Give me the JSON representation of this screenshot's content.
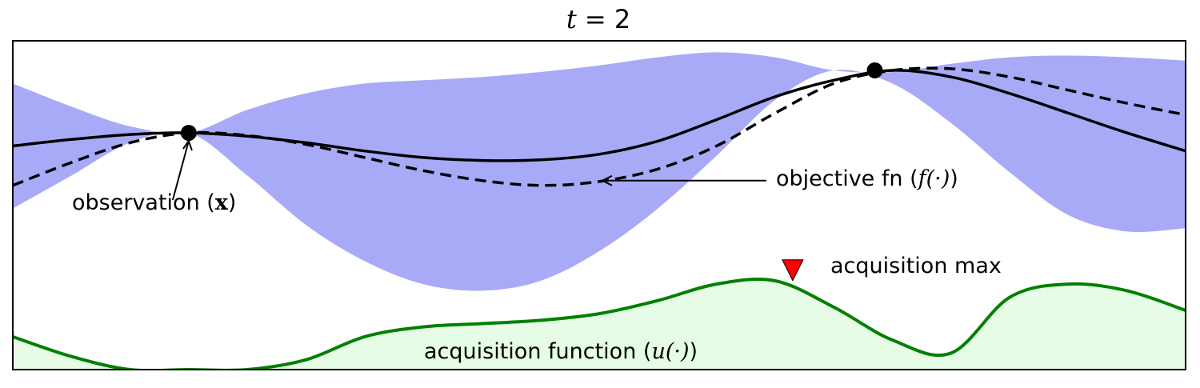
{
  "chart_data": {
    "type": "line",
    "title": {
      "var": "t",
      "rest": " = 2"
    },
    "xlim": [
      0,
      1
    ],
    "ylim": [
      0,
      1
    ],
    "grid": false,
    "x": [
      0,
      0.05,
      0.1,
      0.15,
      0.2,
      0.25,
      0.3,
      0.35,
      0.4,
      0.45,
      0.5,
      0.55,
      0.6,
      0.65,
      0.7,
      0.75,
      0.8,
      0.85,
      0.9,
      0.95,
      1
    ],
    "series": [
      {
        "role": "posterior_mean",
        "color": "#000000",
        "style": "solid",
        "values": [
          0.68,
          0.7,
          0.715,
          0.72,
          0.71,
          0.69,
          0.665,
          0.645,
          0.636,
          0.638,
          0.655,
          0.695,
          0.76,
          0.83,
          0.88,
          0.91,
          0.89,
          0.84,
          0.78,
          0.72,
          0.665
        ]
      },
      {
        "role": "objective",
        "color": "#000000",
        "style": "dashed",
        "values": [
          0.56,
          0.63,
          0.69,
          0.72,
          0.712,
          0.685,
          0.645,
          0.605,
          0.575,
          0.56,
          0.572,
          0.61,
          0.68,
          0.78,
          0.87,
          0.91,
          0.915,
          0.89,
          0.85,
          0.81,
          0.775
        ]
      },
      {
        "role": "confidence_band",
        "color": "#a8aaf8",
        "lower": [
          0.49,
          0.59,
          0.69,
          0.72,
          0.59,
          0.44,
          0.33,
          0.26,
          0.24,
          0.27,
          0.36,
          0.49,
          0.65,
          0.82,
          0.91,
          0.87,
          0.75,
          0.6,
          0.47,
          0.42,
          0.43
        ],
        "upper": [
          0.87,
          0.8,
          0.74,
          0.72,
          0.79,
          0.84,
          0.87,
          0.88,
          0.89,
          0.905,
          0.925,
          0.95,
          0.965,
          0.95,
          0.91,
          0.905,
          0.93,
          0.95,
          0.955,
          0.95,
          0.94
        ]
      },
      {
        "role": "acquisition",
        "color": "#008000",
        "fill": "#e6fce6",
        "values": [
          0.1,
          0.04,
          0.0,
          0.0,
          0.0,
          0.03,
          0.1,
          0.13,
          0.14,
          0.15,
          0.17,
          0.21,
          0.26,
          0.27,
          0.19,
          0.09,
          0.05,
          0.22,
          0.26,
          0.24,
          0.18
        ]
      }
    ],
    "observations": [
      {
        "x": 0.15,
        "y": 0.72
      },
      {
        "x": 0.735,
        "y": 0.91
      }
    ],
    "acquisition_max": {
      "x": 0.665,
      "y": 0.3,
      "color": "#ff0000"
    },
    "annotations": {
      "observation": {
        "text": "observation (",
        "math": "x",
        "close": ")",
        "point_x": 0.15,
        "point_y": 0.72
      },
      "objective": {
        "text": "objective fn (",
        "math": "f(·)",
        "close": ")",
        "point_x": 0.5,
        "point_y": 0.57
      },
      "acq_max": {
        "text": "acquisition max"
      },
      "acq_fn": {
        "text": "acquisition function (",
        "math": "u(·)",
        "close": ")"
      }
    }
  }
}
